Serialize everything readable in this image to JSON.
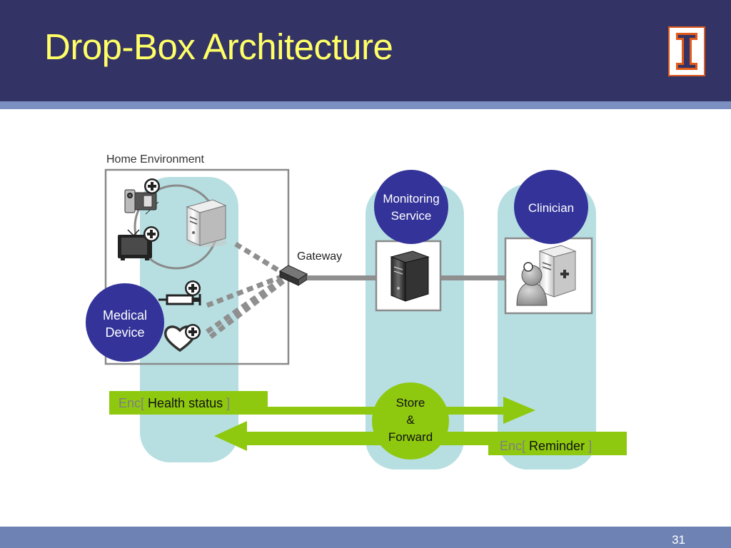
{
  "slide": {
    "title": "Drop-Box Architecture",
    "page_number": "31"
  },
  "logo": {
    "icon": "university-illinois-block-i-logo",
    "colors": {
      "orange": "#e05a1c",
      "blue": "#333366"
    }
  },
  "diagram": {
    "home_environment_label": "Home Environment",
    "gateway_label": "Gateway",
    "nodes": {
      "medical_device": [
        "Medical",
        "Device"
      ],
      "monitoring_service": [
        "Monitoring",
        "Service"
      ],
      "clinician": [
        "Clinician"
      ],
      "store_forward": [
        "Store",
        "&",
        "Forward"
      ]
    },
    "messages": {
      "health": {
        "prefix": "Enc[",
        "content": "Health status",
        "suffix": " ]"
      },
      "reminder": {
        "prefix": "Enc[",
        "content": "Reminder",
        "suffix": " ]"
      }
    },
    "devices": [
      "camera-icon",
      "television-icon",
      "syringe-icon",
      "heart-monitor-icon",
      "home-server-icon"
    ],
    "colors": {
      "navy": "#333399",
      "lane": "#b7dfe2",
      "arrow_green": "#8ec90f",
      "enc_gray": "#7f7f7f",
      "header": "#333366",
      "title_yellow": "#ffff66"
    }
  }
}
